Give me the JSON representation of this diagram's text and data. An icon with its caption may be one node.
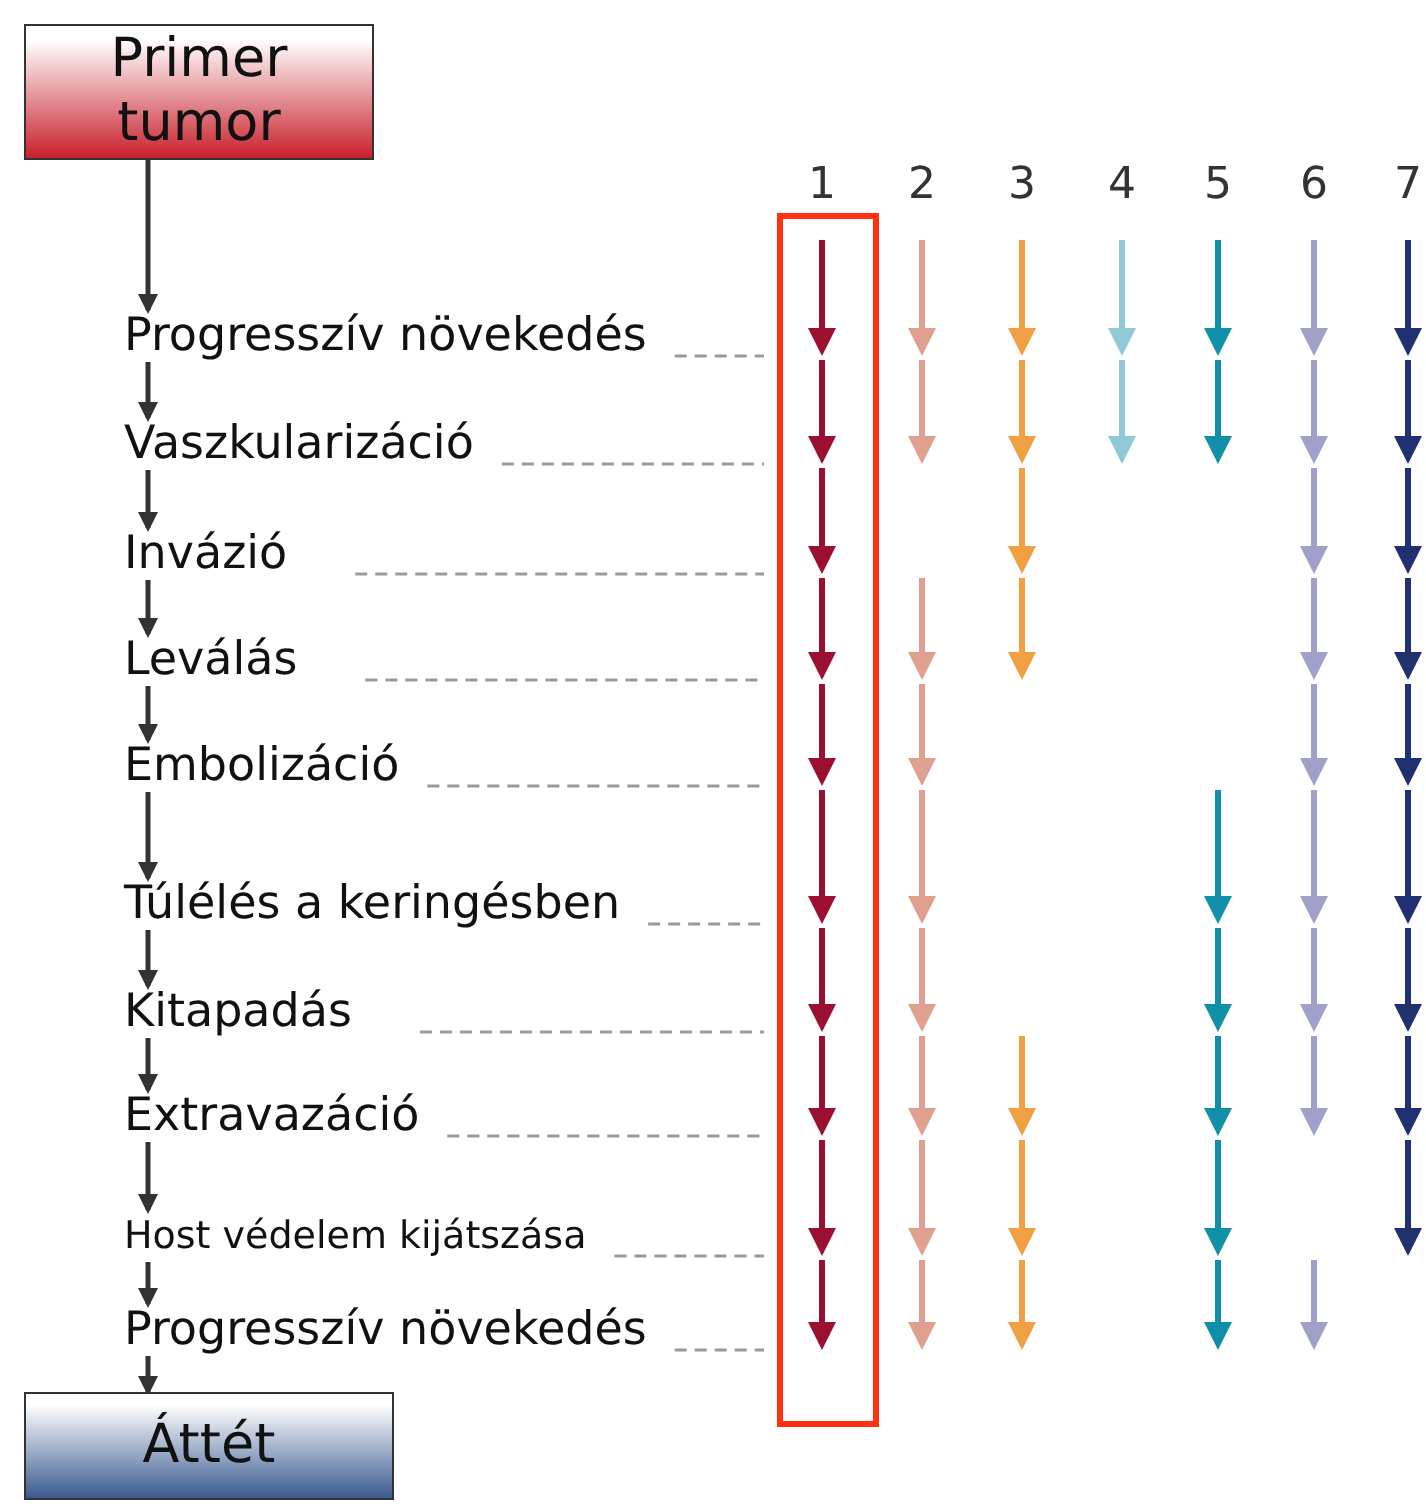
{
  "diagram": {
    "nodes": [
      {
        "text": [
          "Primer tumor"
        ]
      },
      {
        "text": [
          "Progresszív növekedés"
        ]
      },
      {
        "text": [
          "Vaszkularizáció"
        ]
      },
      {
        "text": [
          "Invázió"
        ]
      },
      {
        "text": [
          "Leválás"
        ]
      },
      {
        "text": [
          "Embolizáció"
        ]
      },
      {
        "text": [
          "Túlélés a keringésben"
        ]
      },
      {
        "text": [
          "Kitapadás"
        ]
      },
      {
        "text": [
          "Extravazáció"
        ]
      },
      {
        "text": [
          "Host védelem kijátszása"
        ]
      },
      {
        "text": [
          "Progresszív növekedés"
        ]
      },
      {
        "text": [
          "Áttét"
        ]
      }
    ],
    "edges": [
      {
        "from": 0,
        "to": 1,
        "arrow": "to"
      },
      {
        "from": 1,
        "to": 2,
        "arrow": "to"
      },
      {
        "from": 2,
        "to": 3,
        "arrow": "to"
      },
      {
        "from": 3,
        "to": 4,
        "arrow": "to"
      },
      {
        "from": 4,
        "to": 5,
        "arrow": "to"
      },
      {
        "from": 5,
        "to": 6,
        "arrow": "to"
      },
      {
        "from": 6,
        "to": 7,
        "arrow": "to"
      },
      {
        "from": 7,
        "to": 8,
        "arrow": "to"
      },
      {
        "from": 8,
        "to": 9,
        "arrow": "to"
      },
      {
        "from": 9,
        "to": 10,
        "arrow": "to"
      },
      {
        "from": 10,
        "to": 11,
        "arrow": "to"
      }
    ],
    "labels": [
      "1",
      "2",
      "3",
      "4",
      "5",
      "6",
      "7"
    ]
  }
}
